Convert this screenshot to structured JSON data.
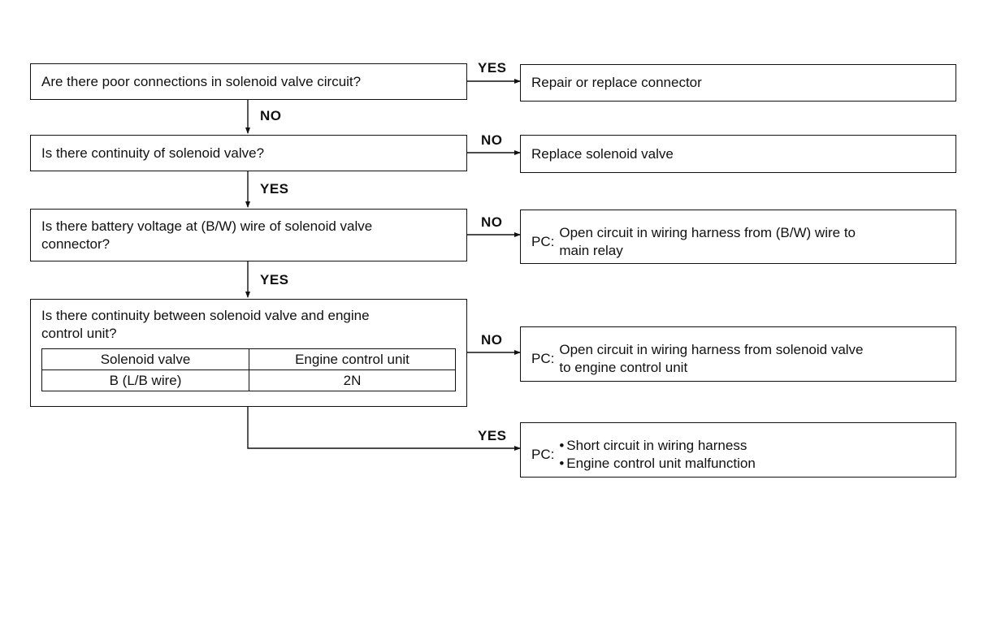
{
  "questions": [
    {
      "text": "Are there poor connections in solenoid valve circuit?"
    },
    {
      "text": "Is there continuity of solenoid valve?"
    },
    {
      "text": "Is there battery voltage at (B/W) wire of solenoid valve\nconnector?"
    },
    {
      "text": "Is there continuity between solenoid valve and engine\ncontrol unit?"
    }
  ],
  "connector_table": {
    "headers": [
      "Solenoid valve",
      "Engine control unit"
    ],
    "row": [
      "B (L/B wire)",
      "2N"
    ]
  },
  "results": [
    {
      "text": "Repair or replace connector"
    },
    {
      "text": "Replace solenoid valve"
    },
    {
      "prefix": "PC:",
      "text": "Open circuit in wiring harness from (B/W) wire to\nmain relay"
    },
    {
      "prefix": "PC:",
      "text": "Open circuit in wiring harness from solenoid valve\nto engine control unit"
    },
    {
      "prefix": "PC:",
      "items": [
        "Short circuit in wiring harness",
        "Engine control unit malfunction"
      ]
    }
  ],
  "branch_labels": {
    "q1_right": "YES",
    "q1_down": "NO",
    "q2_right": "NO",
    "q2_down": "YES",
    "q3_right": "NO",
    "q3_down": "YES",
    "q4_right": "NO",
    "q4_down": "YES"
  }
}
